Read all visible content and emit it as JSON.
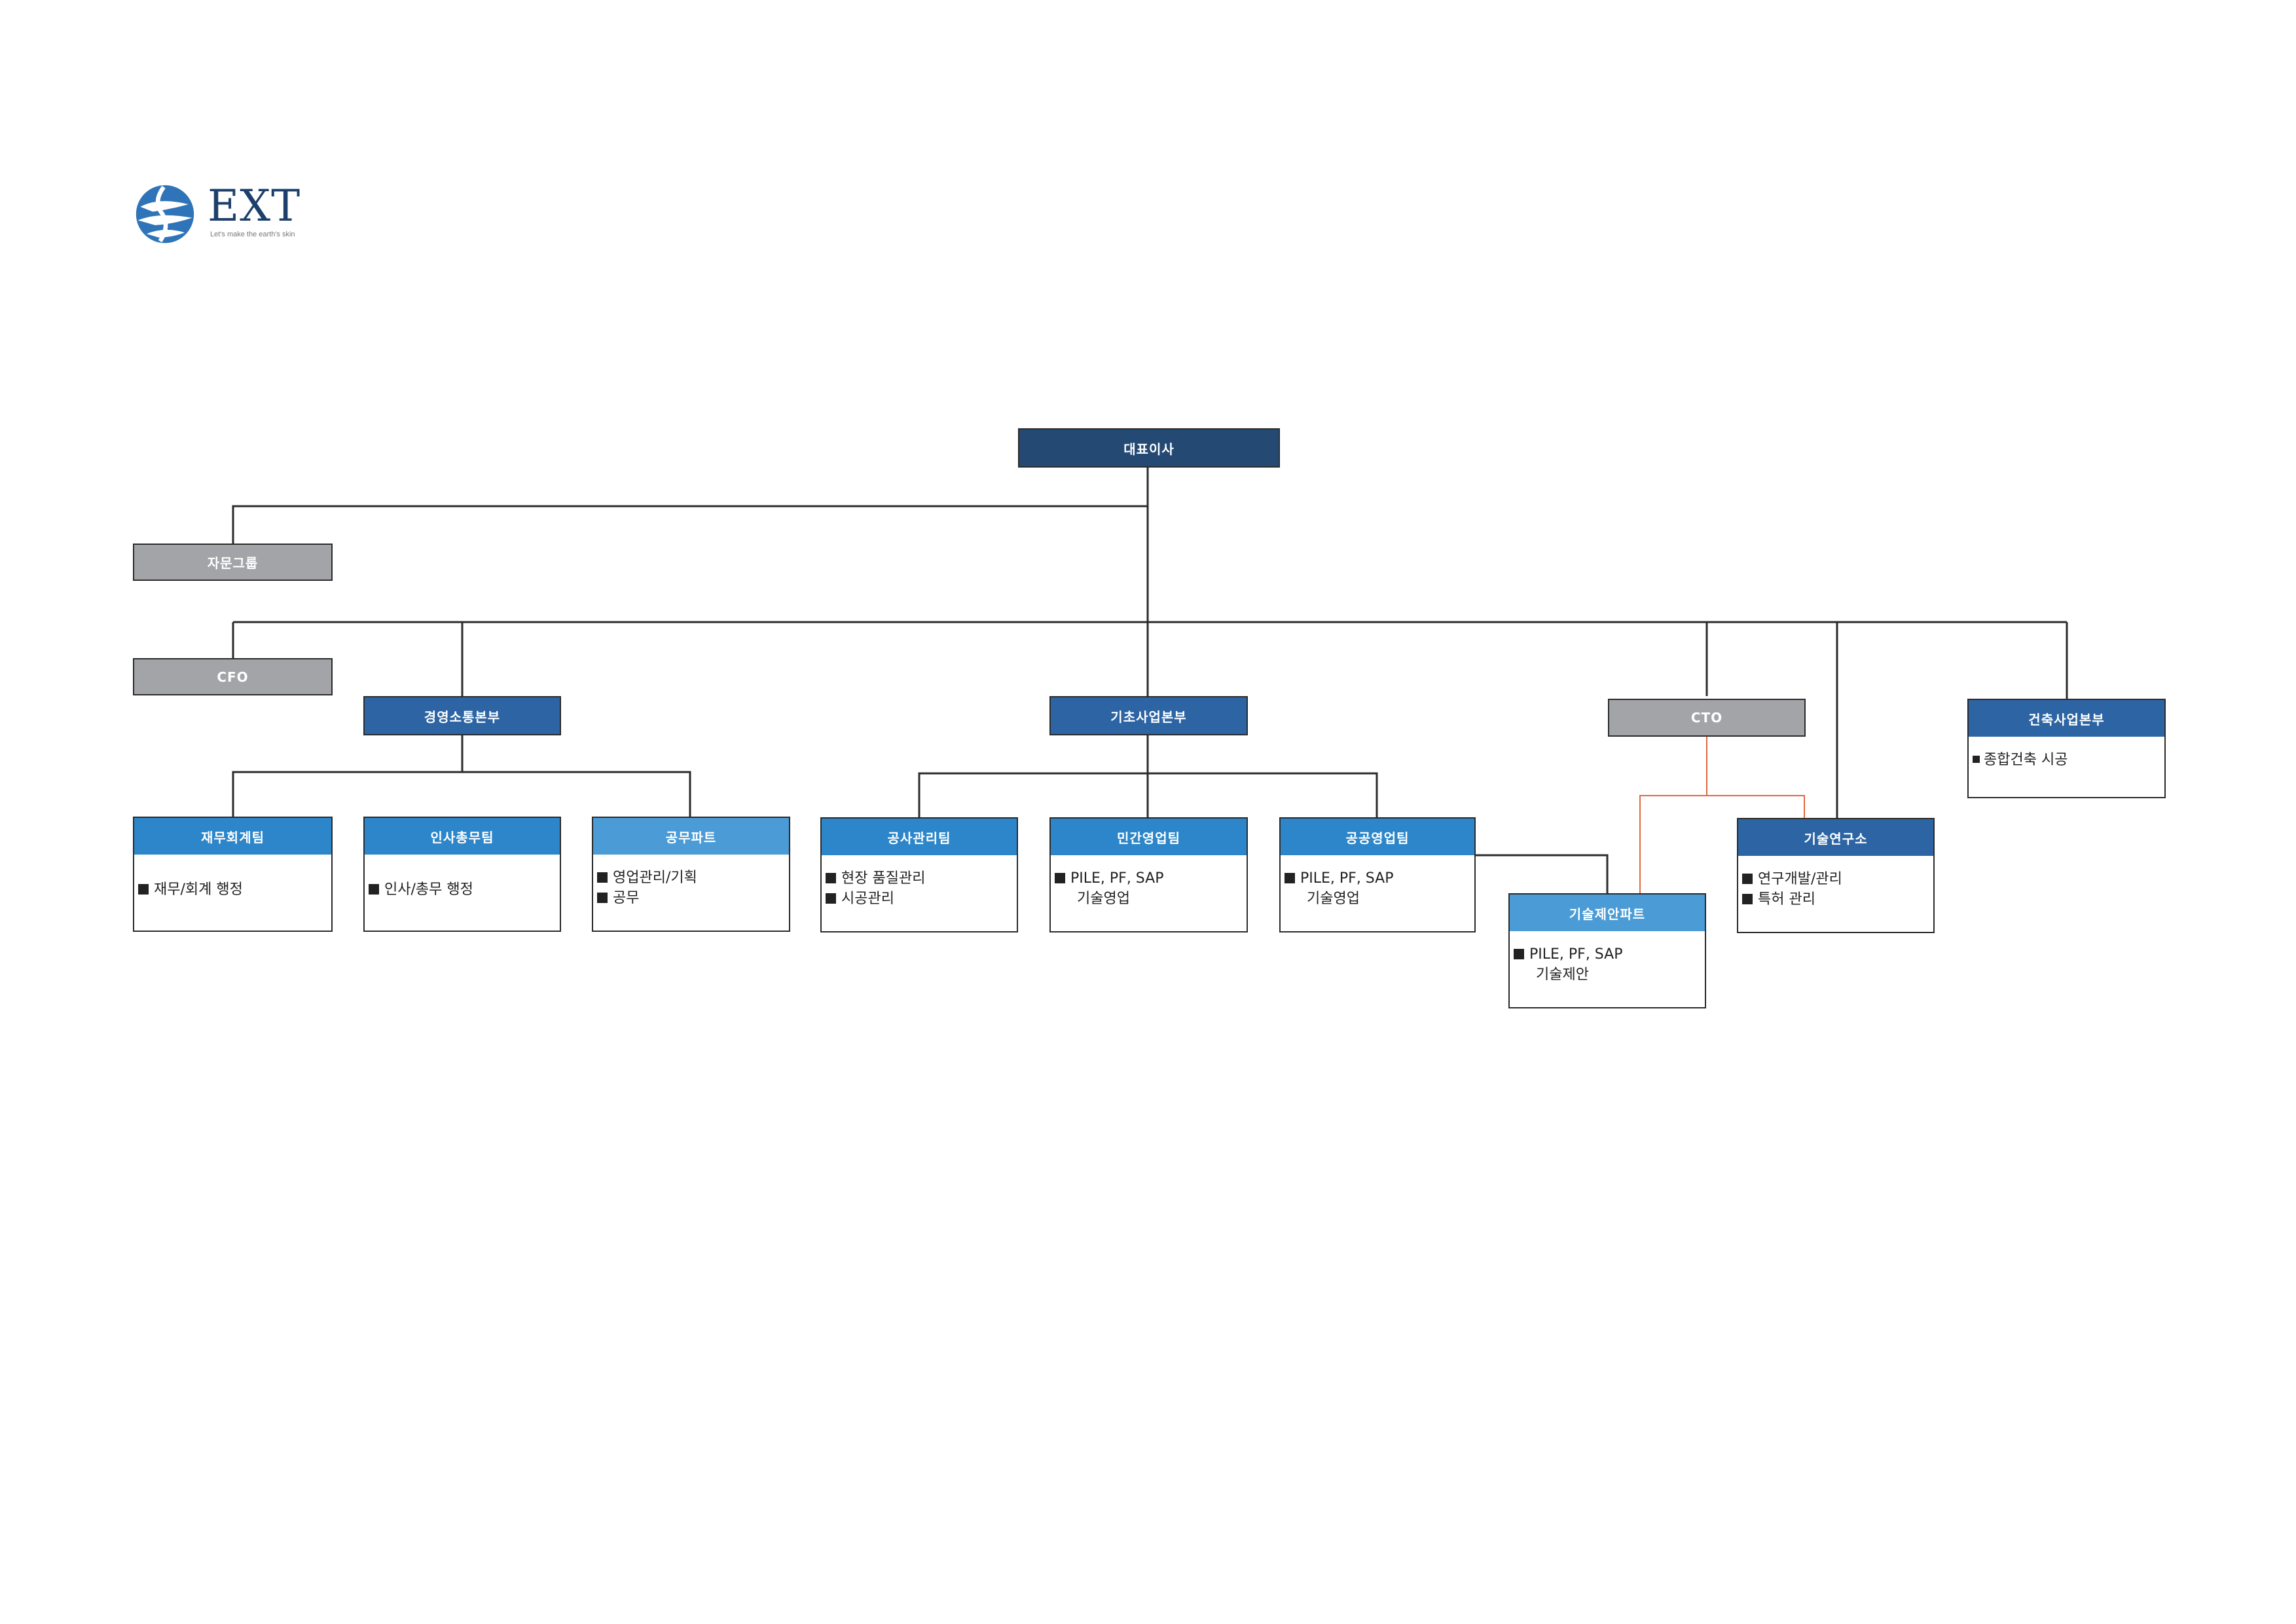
{
  "logo": {
    "name": "EXT",
    "tagline": "Let's make the earth's skin"
  },
  "colors": {
    "connector": "#2b2b2b",
    "cto_connector": "#e2673c",
    "header_dark": "#244a73",
    "header_mid": "#2c64a4",
    "header_light": "#2c86c9",
    "header_gray": "#a2a4a7"
  },
  "org": {
    "ceo": "대표이사",
    "advisory": "자문그룹",
    "cfo": "CFO",
    "cto": "CTO",
    "management": {
      "title": "경영소통본부",
      "teams": [
        {
          "title": "재무회계팀",
          "items": [
            "재무/회계 행정"
          ]
        },
        {
          "title": "인사총무팀",
          "items": [
            "인사/총무 행정"
          ]
        },
        {
          "title": "공무파트",
          "items": [
            "영업관리/기획",
            "공무"
          ]
        }
      ]
    },
    "foundation": {
      "title": "기초사업본부",
      "teams": [
        {
          "title": "공사관리팀",
          "items": [
            "현장 품질관리",
            "시공관리"
          ]
        },
        {
          "title": "민간영업팀",
          "items": [
            "PILE, PF, SAP",
            "기술영업"
          ]
        },
        {
          "title": "공공영업팀",
          "items": [
            "PILE, PF, SAP",
            "기술영업"
          ]
        }
      ]
    },
    "proposal_part": {
      "title": "기술제안파트",
      "items": [
        "PILE, PF, SAP",
        "기술제안"
      ]
    },
    "research": {
      "title": "기술연구소",
      "items": [
        "연구개발/관리",
        "특허 관리"
      ]
    },
    "construction": {
      "title": "건축사업본부",
      "items": [
        "종합건축 시공"
      ]
    }
  }
}
